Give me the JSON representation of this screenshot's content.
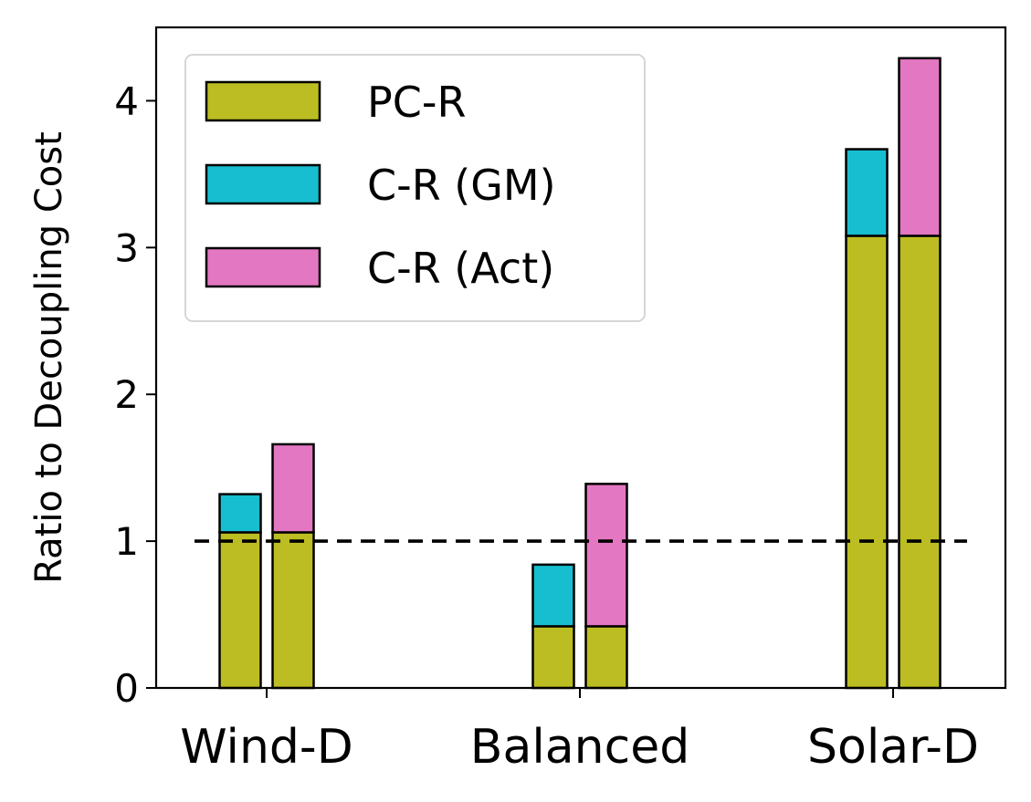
{
  "chart_data": {
    "type": "bar",
    "stacked": true,
    "title": "",
    "xlabel": "",
    "ylabel": "Ratio to Decoupling Cost",
    "categories": [
      "Wind-D",
      "Balanced",
      "Solar-D"
    ],
    "ylim": [
      0,
      4.5
    ],
    "yticks": [
      0,
      1,
      2,
      3,
      4
    ],
    "grid": false,
    "legend_position": "top-left",
    "reference_line": {
      "y": 1.0,
      "style": "dashed",
      "color": "#000000"
    },
    "legend": [
      {
        "name": "PC-R",
        "color": "#bcbd22"
      },
      {
        "name": "C-R (GM)",
        "color": "#17becf"
      },
      {
        "name": "C-R (Act)",
        "color": "#e377c2"
      }
    ],
    "bar_groups": [
      {
        "category": "Wind-D",
        "bars": [
          {
            "base": 1.06,
            "top_series": "C-R (GM)",
            "total": 1.32
          },
          {
            "base": 1.06,
            "top_series": "C-R (Act)",
            "total": 1.66
          }
        ]
      },
      {
        "category": "Balanced",
        "bars": [
          {
            "base": 0.42,
            "top_series": "C-R (GM)",
            "total": 0.84
          },
          {
            "base": 0.42,
            "top_series": "C-R (Act)",
            "total": 1.39
          }
        ]
      },
      {
        "category": "Solar-D",
        "bars": [
          {
            "base": 3.08,
            "top_series": "C-R (GM)",
            "total": 3.67
          },
          {
            "base": 3.08,
            "top_series": "C-R (Act)",
            "total": 4.29
          }
        ]
      }
    ]
  }
}
